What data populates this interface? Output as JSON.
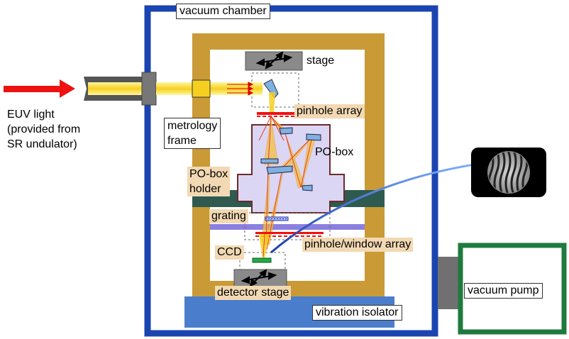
{
  "labels": {
    "vacuum_chamber": "vacuum chamber",
    "stage": "stage",
    "pinhole_array": "pinhole array",
    "euv_light": "EUV light\n(provided from\nSR undulator)",
    "metrology_frame": "metrology\nframe",
    "po_box": "PO-box",
    "po_box_holder": "PO-box\nholder",
    "grating": "grating",
    "pinhole_window_array": "pinhole/window array",
    "ccd": "CCD",
    "detector_stage": "detector stage",
    "vibration_isolator": "vibration isolator",
    "vacuum_pump": "vacuum pump"
  },
  "colors": {
    "chamber_border": "#1a44b0",
    "frame": "#c99a35",
    "isolator": "#4a7dcc",
    "holder_bar": "#2e5a50",
    "grating_bar": "#8b7fe0",
    "po_box_fill": "#dcd6f5",
    "po_box_border": "#6b2a2a",
    "beam": "#f5d020",
    "euv_arrow": "#ee1111",
    "stage_gray": "#8a8a8a",
    "pump_border": "#1f7a3e",
    "pump_port": "#707070",
    "fiber": "#2f6fe0"
  }
}
